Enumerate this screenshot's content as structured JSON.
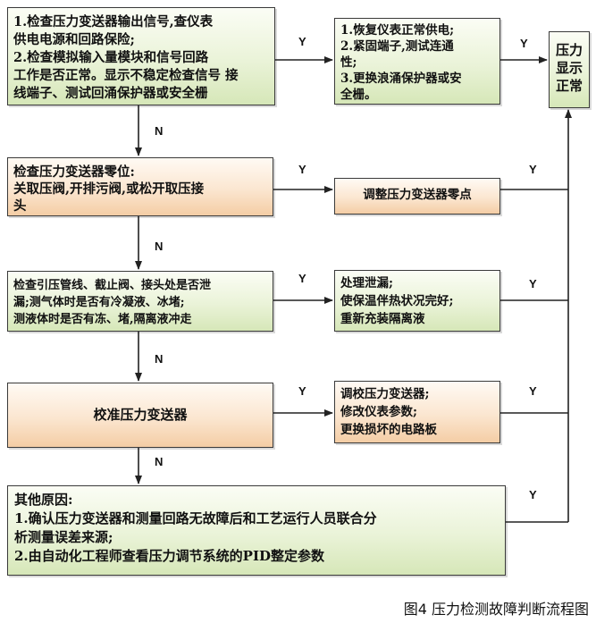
{
  "boxes": {
    "check_output": {
      "lines": [
        "1.检查压力变送器输出信号,查仪表",
        "供电电源和回路保险;",
        "2.检查模拟输入量模块和信号回路",
        "工作是否正常。显示不稳定检查信号 接",
        "线端子、测试回涌保护器或安全栅"
      ]
    },
    "restore_power": {
      "lines": [
        "1.恢复仪表正常供电;",
        "2.紧固端子,测试连通",
        "性;",
        "3.更换浪涌保护器或安",
        "全栅。"
      ]
    },
    "normal": {
      "lines": [
        "压力",
        "显示",
        "正常"
      ]
    },
    "check_zero": {
      "lines": [
        "检查压力变送器零位:",
        "关取压阀,开排污阀,或松开取压接",
        "头"
      ]
    },
    "adjust_zero": {
      "lines": [
        "调整压力变送器零点"
      ]
    },
    "check_leak": {
      "lines": [
        "检查引压管线、截止阀、接头处是否泄",
        "漏;测气体时是否有冷凝液、冰堵;",
        "测液体时是否有冻、堵,隔离液冲走"
      ]
    },
    "handle_leak": {
      "lines": [
        "处理泄漏;",
        "使保温伴热状况完好;",
        "重新充装隔离液"
      ]
    },
    "calibrate": {
      "lines": [
        "校准压力变送器"
      ]
    },
    "recalibrate": {
      "lines": [
        "调校压力变送器;",
        "修改仪表参数;",
        "更换损坏的电路板"
      ]
    },
    "other_causes": {
      "lines": [
        "其他原因:",
        "1.确认压力变送器和测量回路无故障后和工艺运行人员联合分",
        "析测量误差来源;",
        "2.由自动化工程师查看压力调节系统的PID整定参数"
      ]
    }
  },
  "edge_labels": {
    "yes": "Y",
    "no": "N"
  },
  "caption": "图4 压力检测故障判断流程图",
  "colors": {
    "green_fill": "#e3efcd",
    "orange_fill": "#f8dcc0",
    "border": "#3a3a3a",
    "arrow": "#222222"
  }
}
